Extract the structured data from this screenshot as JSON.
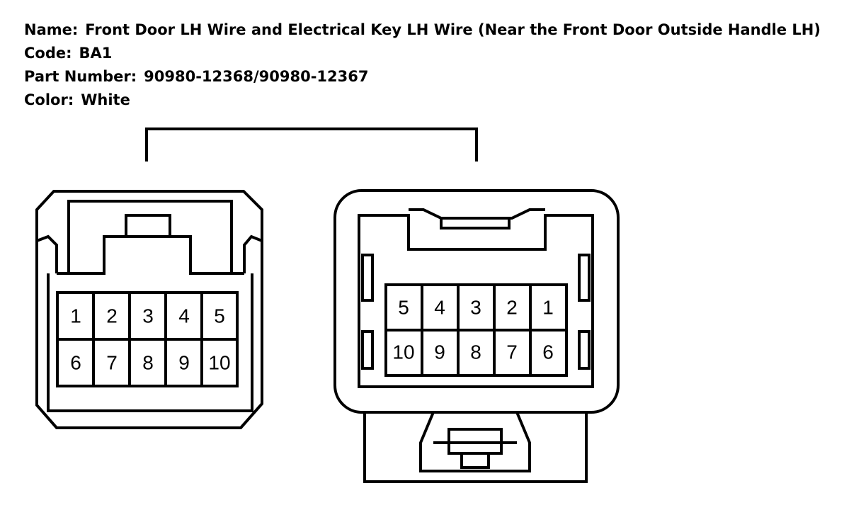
{
  "header": {
    "name_label": "Name:",
    "name_value": "Front Door LH Wire and Electrical Key LH Wire (Near the Front Door Outside Handle LH)",
    "code_label": "Code:",
    "code_value": "BA1",
    "part_label": "Part Number:",
    "part_value": "90980-12368/90980-12367",
    "color_label": "Color:",
    "color_value": "White"
  },
  "left_connector": {
    "row1": [
      "1",
      "2",
      "3",
      "4",
      "5"
    ],
    "row2": [
      "6",
      "7",
      "8",
      "9",
      "10"
    ]
  },
  "right_connector": {
    "row1": [
      "5",
      "4",
      "3",
      "2",
      "1"
    ],
    "row2": [
      "10",
      "9",
      "8",
      "7",
      "6"
    ]
  }
}
